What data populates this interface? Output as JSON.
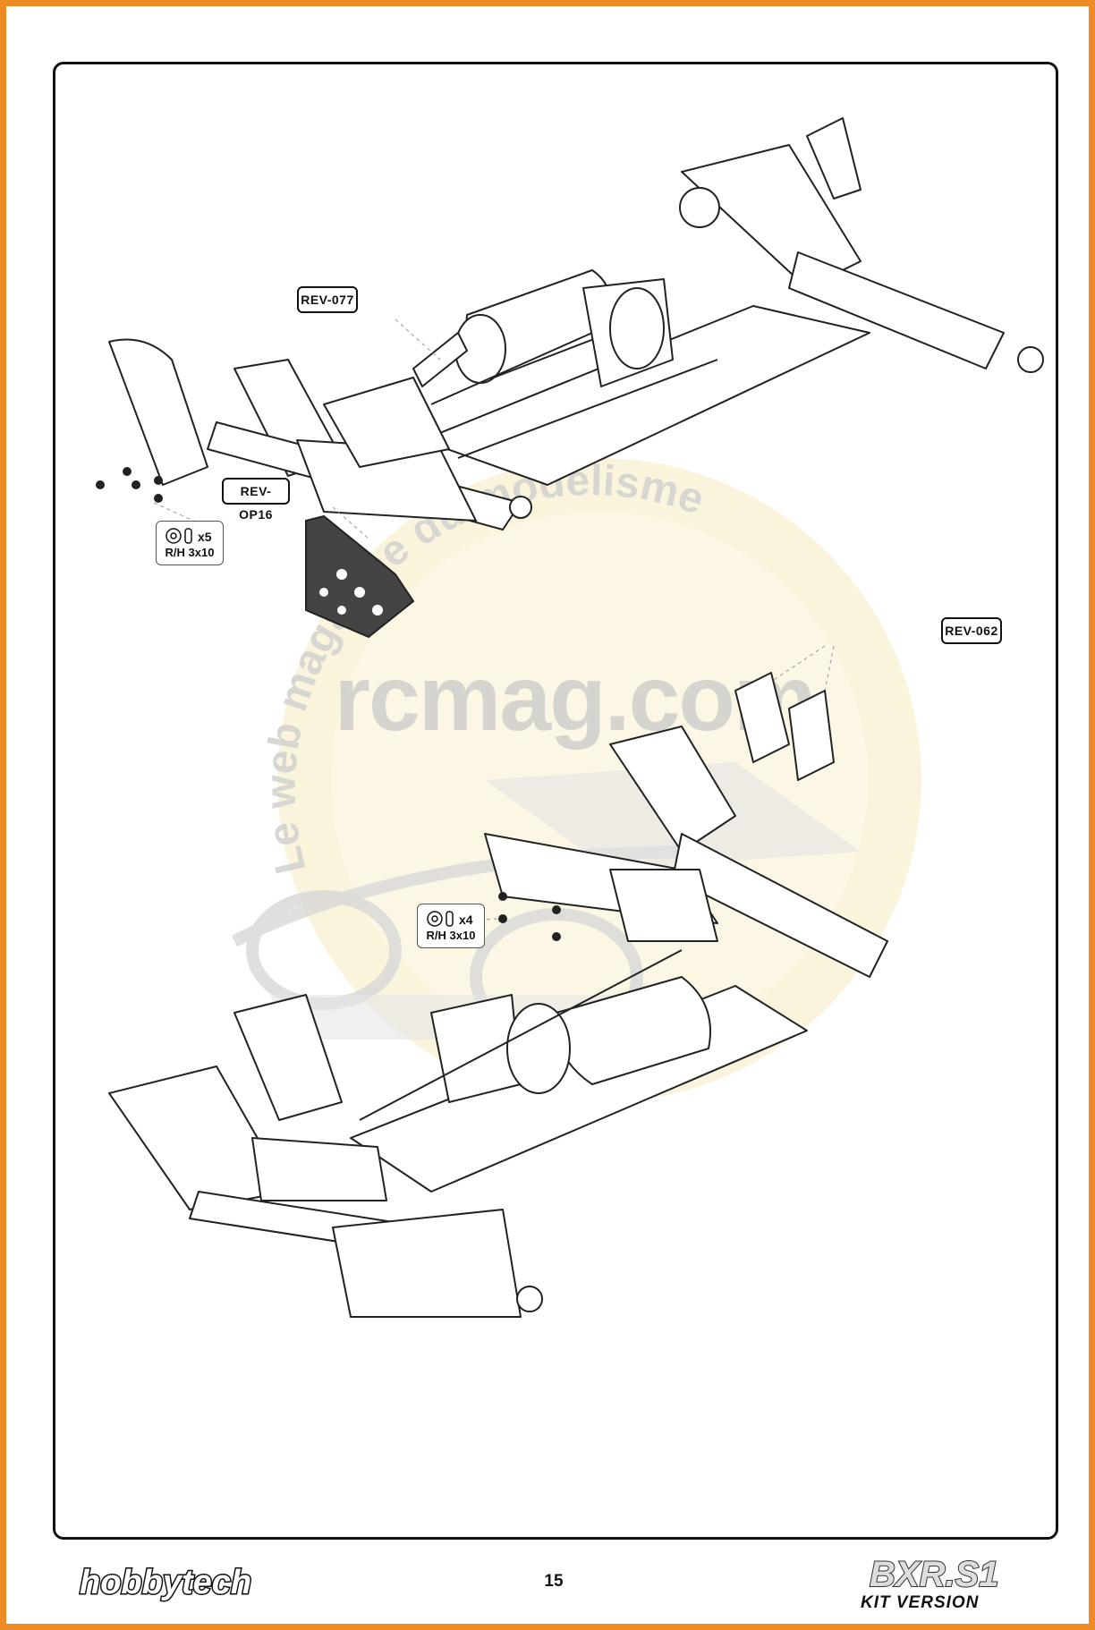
{
  "callouts": {
    "rev077": "REV-077",
    "revop16": "REV-OP16",
    "rev062": "REV-062"
  },
  "hardware": [
    {
      "qty": "x5",
      "spec": "R/H 3x10"
    },
    {
      "qty": "x4",
      "spec": "R/H 3x10"
    }
  ],
  "watermark": {
    "site": "rcmag.com",
    "tagline": "Le web magazine du modelisme"
  },
  "footer": {
    "page_number": "15",
    "brand": "hobbytech",
    "product_name": "BXR.S1",
    "product_sub": "KIT VERSION"
  },
  "colors": {
    "border_accent": "#f08a24",
    "line_art": "#222222",
    "watermark_disc": "#fbf3d9",
    "watermark_gray": "#c9c9c9",
    "carbon_part": "#444444"
  },
  "icons": [
    "washer-icon",
    "screw-icon"
  ]
}
